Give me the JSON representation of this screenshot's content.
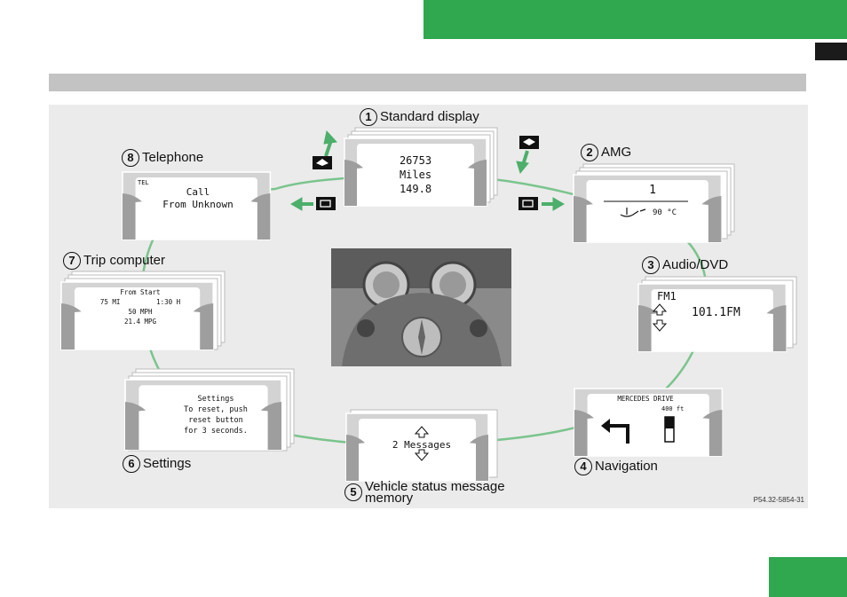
{
  "labels": {
    "standard": {
      "num": "1",
      "text": "Standard display"
    },
    "amg": {
      "num": "2",
      "text": "AMG"
    },
    "audio": {
      "num": "3",
      "text": "Audio/DVD"
    },
    "navigation": {
      "num": "4",
      "text": "Navigation"
    },
    "vehicle": {
      "num": "5",
      "text": "Vehicle status message",
      "text2": "memory"
    },
    "settings": {
      "num": "6",
      "text": "Settings"
    },
    "trip": {
      "num": "7",
      "text": "Trip computer"
    },
    "telephone": {
      "num": "8",
      "text": "Telephone"
    }
  },
  "screens": {
    "standard": {
      "line1": "26753",
      "line2": "Miles",
      "line3": "149.8"
    },
    "amg": {
      "line1": "1",
      "line2": "90 °C"
    },
    "audio": {
      "band": "FM1",
      "freq": "101.1FM"
    },
    "navigation": {
      "title": "MERCEDES DRIVE",
      "distance": "400 ft"
    },
    "vehicle": {
      "text": "2 Messages"
    },
    "settings": {
      "line1": "Settings",
      "line2": "To reset, push",
      "line3": "reset button",
      "line4": "for 3 seconds."
    },
    "trip": {
      "line1": "From Start",
      "line2a": "75 MI",
      "line2b": "1:30 H",
      "line3": "50 MPH",
      "line4": "21.4 MPG"
    },
    "telephone": {
      "tag": "TEL",
      "line1": "Call",
      "line2": "From Unknown"
    }
  },
  "reference": "P54.32-5854-31",
  "colors": {
    "accent": "#2fa84f",
    "arrow": "#4caf6a"
  }
}
